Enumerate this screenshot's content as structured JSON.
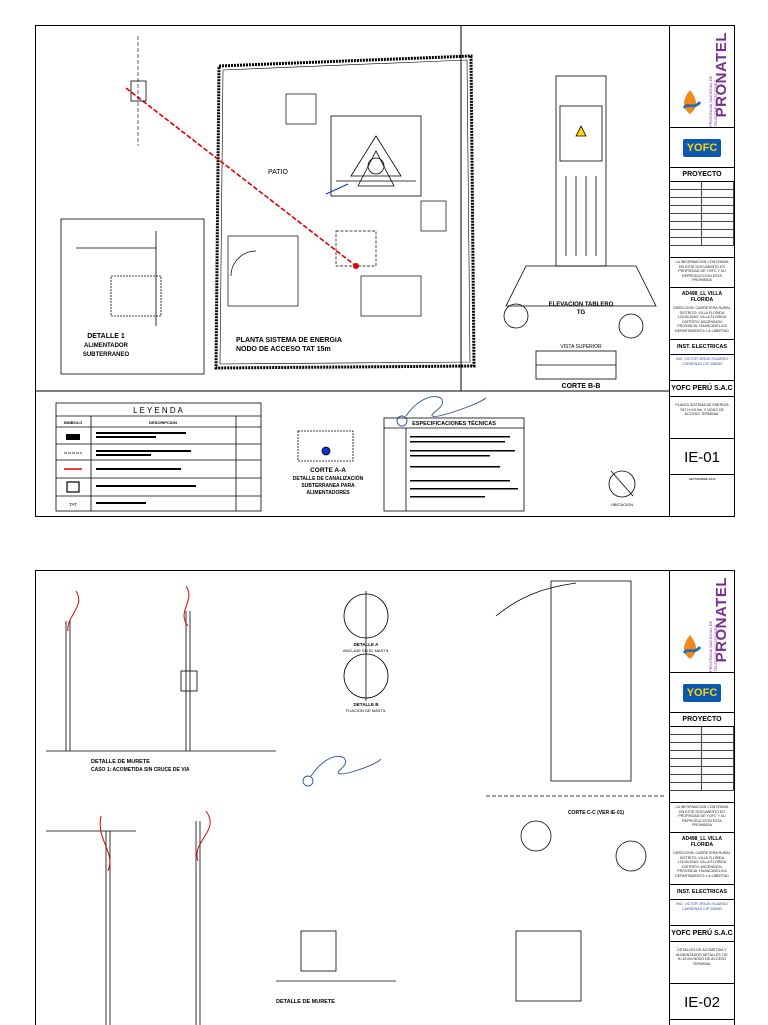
{
  "sheets": [
    {
      "title_block": {
        "client": "PRONATEL",
        "client_sub": "PROGRAMA NACIONAL DE TELECOMUNICACIONES",
        "contractor_logo": "YOFC",
        "section_project": "PROYECTO",
        "description_note": "LA INFORMACION CONTENIDA EN ESTE DOCUMENTO ES PROPIEDAD DE YOFC Y SU REPRODUCCION ESTA PROHIBIDA",
        "site": "AD498_LL VILLA FLORIDA",
        "site_detail": "DIRECCION: CARRETERA RURAL DISTRITO: VILLA FLORIDA LOCALIDAD: VILLA FLORIDA DISTRITO: ASCENSION PROVINCIA: HUANCAVELICA DEPARTAMENTO: LA LIBERTAD",
        "discipline": "INST. ELECTRICAS",
        "engineer": "ING. VICTOR JESUS FAJARDO CARDENAS CIP 246083",
        "company": "YOFC PERÚ S.A.C",
        "drawing_title": "PLANTA SISTEMA DE ENERGIA TAT H=15.0m, Y NODO DE ACCESO TERMINAL",
        "code": "IE-01",
        "date": "SEPTIEMBRE 2019"
      },
      "labels": {
        "plan_title_1": "PLANTA SISTEMA DE ENERGIA",
        "plan_title_2": "NODO DE ACCESO TAT 15m",
        "patio": "PATIO",
        "detail1_1": "DETALLE 1",
        "detail1_2": "ALIMENTADOR",
        "detail1_3": "SUBTERRANEO",
        "elev_1": "ELEVACION TABLERO",
        "elev_2": "TG",
        "cut_bb": "CORTE B-B",
        "vista_superior": "VISTA SUPERIOR",
        "leyenda": "L E Y E N D A",
        "simbolo": "SIMBOLO",
        "descripcion": "DESCRIPCION",
        "tat": "TAT",
        "cut_aa": "CORTE A-A",
        "detail_canal_1": "DETALLE DE CANALIZACIÓN",
        "detail_canal_2": "SUBTERRANEA PARA",
        "detail_canal_3": "ALIMENTADORES",
        "especificaciones": "ESPECIFICACIONES TÉCNICAS",
        "ubicacion": "UBICACION"
      }
    },
    {
      "title_block": {
        "client": "PRONATEL",
        "client_sub": "PROGRAMA NACIONAL DE TELECOMUNICACIONES",
        "contractor_logo": "YOFC",
        "section_project": "PROYECTO",
        "description_note": "LA INFORMACION CONTENIDA EN ESTE DOCUMENTO ES PROPIEDAD DE YOFC Y SU REPRODUCCION ESTA PROHIBIDA",
        "site": "AD498_LL VILLA FLORIDA",
        "site_detail": "DIRECCION: CARRETERA RURAL DISTRITO: VILLA FLORIDA LOCALIDAD: VILLA FLORIDA DISTRITO: ASCENSION PROVINCIA: HUANCAVELICA DEPARTAMENTO: LA LIBERTAD",
        "discipline": "INST. ELECTRICAS",
        "engineer": "ING. VICTOR JESUS FAJARDO CARDENAS CIP 246083",
        "company": "YOFC PERÚ S.A.C",
        "drawing_title": "DETALLES DE ACOMETIDA Y ALIMENTADOR DETALLES TAT H=15.0m NODO DE ACCESO TERMINAL",
        "code": "IE-02",
        "date": ""
      },
      "labels": {
        "murete_1": "DETALLE DE MURETE",
        "murete_2": "CASO 1: ACOMETIDA SIN CRUCE DE VIA",
        "detalle_a_1": "DETALLE A",
        "detalle_a_2": "ANCLAJE EN EL MASTIL",
        "detalle_b_1": "DETALLE B",
        "detalle_b_2": "FIJACION DE MASTIL",
        "cut_cc": "CORTE C-C (VER IE-01)",
        "murete_3": "DETALLE DE MURETE"
      }
    }
  ]
}
